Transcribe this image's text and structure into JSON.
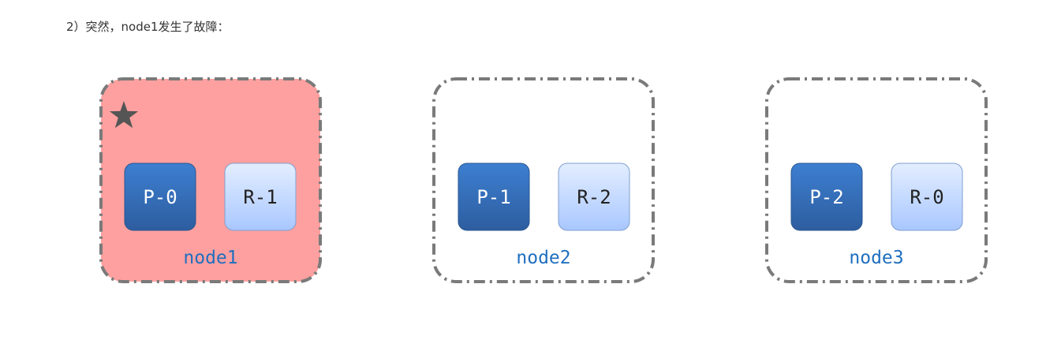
{
  "caption": "2）突然，node1发生了故障：",
  "nodes": [
    {
      "name": "node1",
      "failed": true,
      "master": true,
      "shards": [
        {
          "label": "P-0",
          "type": "primary"
        },
        {
          "label": "R-1",
          "type": "replica"
        }
      ]
    },
    {
      "name": "node2",
      "failed": false,
      "master": false,
      "shards": [
        {
          "label": "P-1",
          "type": "primary"
        },
        {
          "label": "R-2",
          "type": "replica"
        }
      ]
    },
    {
      "name": "node3",
      "failed": false,
      "master": false,
      "shards": [
        {
          "label": "P-2",
          "type": "primary"
        },
        {
          "label": "R-0",
          "type": "replica"
        }
      ]
    }
  ],
  "icons": {
    "master": "star-icon"
  },
  "colors": {
    "failed_fill": "#ffa0a0",
    "border": "#7a7a7a",
    "primary_top": "#3d7fd1",
    "primary_bottom": "#2d5d9f",
    "replica_top": "#e1ecff",
    "replica_bottom": "#a9c7ff",
    "node_label": "#1f6fbf",
    "star": "#555555"
  }
}
